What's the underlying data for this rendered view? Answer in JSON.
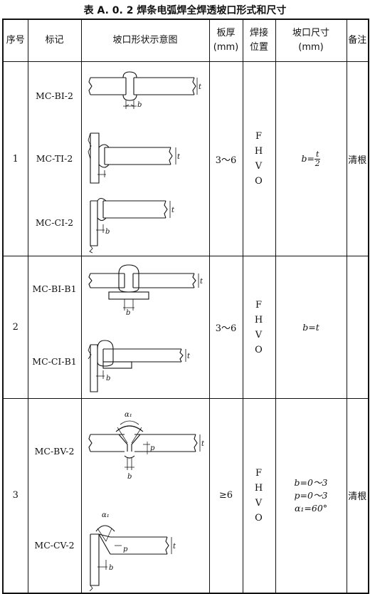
{
  "title": "表 A. 0. 2   焊条电弧焊全焊透坡口形式和尺寸",
  "headers": {
    "no": "序号",
    "mark": "标记",
    "diagram": "坡口形状示意图",
    "thickness_1": "板厚",
    "thickness_2": "(mm)",
    "position_1": "焊接",
    "position_2": "位置",
    "groove_1": "坡口尺寸",
    "groove_2": "(mm)",
    "remark": "备注"
  },
  "rows": [
    {
      "no": "1",
      "marks": [
        "MC-BI-2",
        "MC-TI-2",
        "MC-CI-2"
      ],
      "thickness": "3～6",
      "positions": [
        "F",
        "H",
        "V",
        "O"
      ],
      "groove_prefix": "b=",
      "groove_num": "t",
      "groove_den": "2",
      "remark": "清根"
    },
    {
      "no": "2",
      "marks": [
        "MC-BI-B1",
        "MC-CI-B1"
      ],
      "thickness": "3～6",
      "positions": [
        "F",
        "H",
        "V",
        "O"
      ],
      "groove": "b=t",
      "remark": ""
    },
    {
      "no": "3",
      "marks": [
        "MC-BV-2",
        "MC-CV-2"
      ],
      "thickness": "≥6",
      "positions": [
        "F",
        "H",
        "V",
        "O"
      ],
      "groove_lines": [
        "b=0～3",
        "p=0～3",
        "α₁=60°"
      ],
      "remark": "清根"
    }
  ],
  "diagram_labels": {
    "b": "b",
    "t": "t",
    "p": "p",
    "alpha": "α₁"
  }
}
